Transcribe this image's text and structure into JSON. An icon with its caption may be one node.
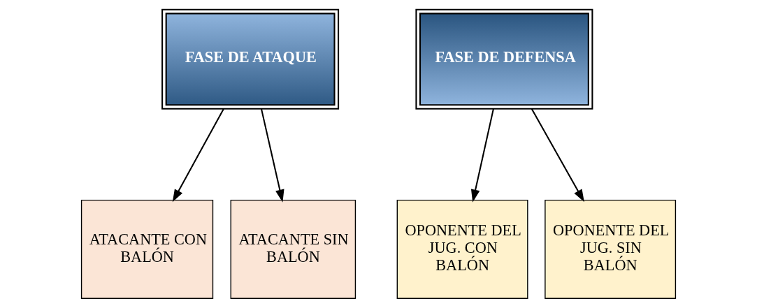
{
  "diagram": {
    "nodes": [
      {
        "text": [
          "FASE DE ATAQUE"
        ]
      },
      {
        "text": [
          "FASE DE DEFENSA"
        ]
      },
      {
        "text": [
          "ATACANTE CON BALÓN"
        ]
      },
      {
        "text": [
          "ATACANTE SIN BALÓN"
        ]
      },
      {
        "text": [
          "OPONENTE DEL JUG. CON BALÓN"
        ]
      },
      {
        "text": [
          "OPONENTE DEL JUG. SIN BALÓN"
        ]
      }
    ],
    "edges": [
      {
        "from": 0,
        "to": 2,
        "arrow": "to"
      },
      {
        "from": 0,
        "to": 3,
        "arrow": "to"
      },
      {
        "from": 1,
        "to": 4,
        "arrow": "to"
      },
      {
        "from": 1,
        "to": 5,
        "arrow": "to"
      }
    ]
  }
}
